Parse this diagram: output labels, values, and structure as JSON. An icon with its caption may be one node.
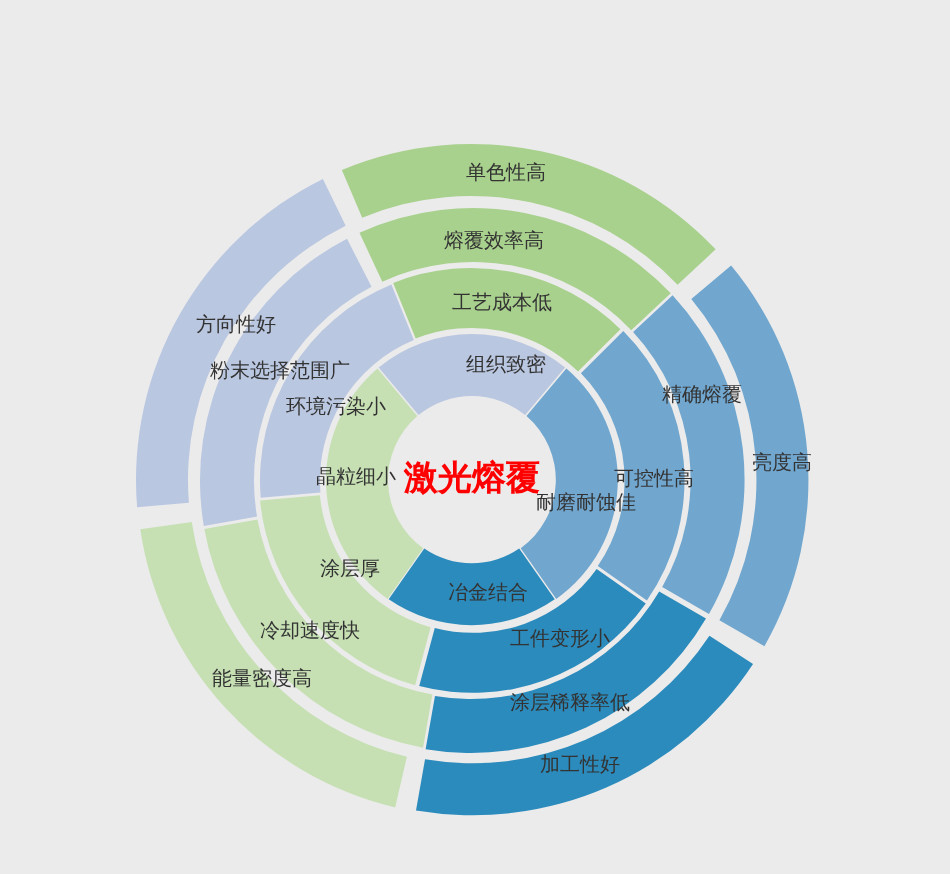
{
  "diagram": {
    "nodes": [
      {
        "text": [
          "激光熔覆"
        ]
      },
      {
        "text": [
          "组织致密"
        ]
      },
      {
        "text": [
          "耐磨耐蚀佳"
        ]
      },
      {
        "text": [
          "冶金结合"
        ]
      },
      {
        "text": [
          "晶粒细小"
        ]
      },
      {
        "text": [
          "工艺成本低"
        ]
      },
      {
        "text": [
          "可控性高"
        ]
      },
      {
        "text": [
          "工件变形小"
        ]
      },
      {
        "text": [
          "涂层厚"
        ]
      },
      {
        "text": [
          "环境污染小"
        ]
      },
      {
        "text": [
          "熔覆效率高"
        ]
      },
      {
        "text": [
          "精确熔覆"
        ]
      },
      {
        "text": [
          "涂层稀释率低"
        ]
      },
      {
        "text": [
          "冷却速度快"
        ]
      },
      {
        "text": [
          "粉末选择范围广"
        ]
      },
      {
        "text": [
          "单色性高"
        ]
      },
      {
        "text": [
          "亮度高"
        ]
      },
      {
        "text": [
          "加工性好"
        ]
      },
      {
        "text": [
          "能量密度高"
        ]
      },
      {
        "text": [
          "方向性好"
        ]
      }
    ]
  }
}
